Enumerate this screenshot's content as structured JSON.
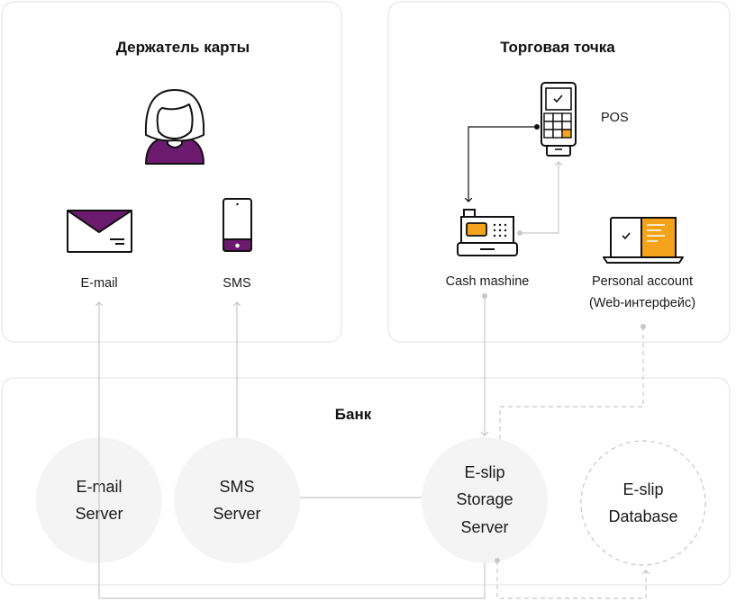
{
  "panels": {
    "cardholder_title": "Держатель карты",
    "merchant_title": "Торговая точка",
    "bank_title": "Банк"
  },
  "cardholder": {
    "email_label": "E-mail",
    "sms_label": "SMS"
  },
  "merchant": {
    "pos_label": "POS",
    "cash_label": "Cash mashine",
    "account_label_1": "Personal account",
    "account_label_2": "(Web-интерфейс)"
  },
  "bank": {
    "email_server": [
      "E-mail",
      "Server"
    ],
    "sms_server": [
      "SMS",
      "Server"
    ],
    "eslip_server": [
      "E-slip",
      "Storage",
      "Server"
    ],
    "eslip_db": [
      "E-slip",
      "Database"
    ]
  },
  "colors": {
    "accent_purple": "#6b1a6e",
    "accent_orange": "#f5a31a",
    "circle_fill": "#f4f4f4",
    "panel_border": "#e6e6e6",
    "connector": "#c8c8c8"
  },
  "icons": [
    "person-icon",
    "envelope-icon",
    "phone-icon",
    "pos-terminal-icon",
    "cash-register-icon",
    "laptop-icon"
  ]
}
